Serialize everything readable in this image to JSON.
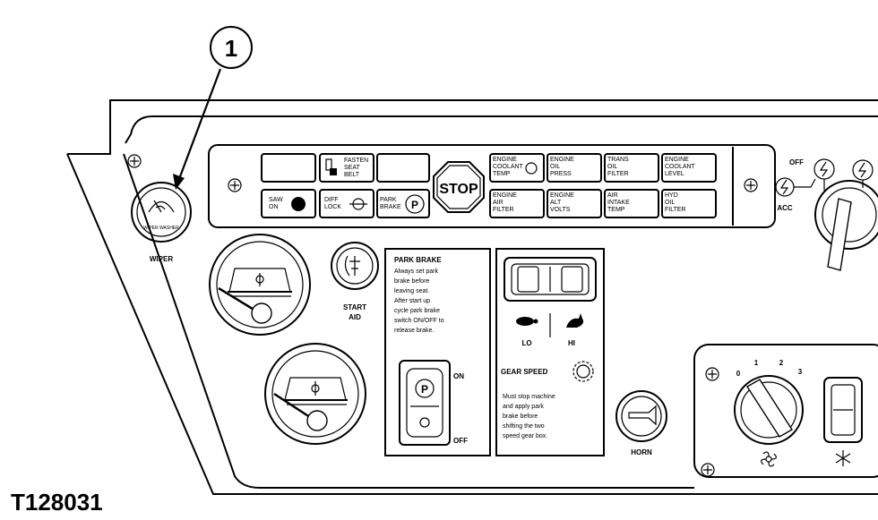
{
  "figure_id": "T128031",
  "callout": "1",
  "wiper_label": "WIPER",
  "wiper_icon_text": "WIPER WASHER",
  "warning_panel": {
    "row1": [
      {
        "lines": [
          ""
        ]
      },
      {
        "lines": [
          "FASTEN",
          "SEAT",
          "BELT"
        ]
      },
      {
        "lines": [
          ""
        ]
      },
      {
        "lines": [
          "ENGINE",
          "COOLANT",
          "TEMP"
        ]
      },
      {
        "lines": [
          "ENGINE",
          "OIL",
          "PRESS"
        ]
      },
      {
        "lines": [
          "TRANS",
          "OIL",
          "FILTER"
        ]
      },
      {
        "lines": [
          "ENGINE",
          "COOLANT",
          "LEVEL"
        ]
      }
    ],
    "row2": [
      {
        "lines": [
          "SAW",
          "ON"
        ]
      },
      {
        "lines": [
          "DIFF",
          "LOCK"
        ]
      },
      {
        "lines": [
          "PARK",
          "BRAKE"
        ]
      },
      {
        "lines": [
          "ENGINE",
          "AIR",
          "FILTER"
        ]
      },
      {
        "lines": [
          "ENGINE",
          "ALT",
          "VOLTS"
        ]
      },
      {
        "lines": [
          "AIR",
          "INTAKE",
          "TEMP"
        ]
      },
      {
        "lines": [
          "HYD",
          "OIL",
          "FILTER"
        ]
      }
    ],
    "stop": "STOP"
  },
  "start_aid": [
    "START",
    "AID"
  ],
  "park_brake": {
    "title": "PARK BRAKE",
    "lines": [
      "Always set park",
      "brake before",
      "leaving seat.",
      "",
      "After start up",
      "cycle park brake",
      "switch ON/OFF to",
      "release brake."
    ],
    "on": "ON",
    "off": "OFF"
  },
  "gear": {
    "lo": "LO",
    "hi": "HI",
    "label": "GEAR SPEED",
    "lines": [
      "Must stop machine",
      "and apply park",
      "brake before",
      "shifting the two",
      "speed gear box."
    ]
  },
  "horn": "HORN",
  "ignition": {
    "off": "OFF",
    "acc": "ACC"
  },
  "fan_dial": [
    "0",
    "1",
    "2",
    "3"
  ]
}
